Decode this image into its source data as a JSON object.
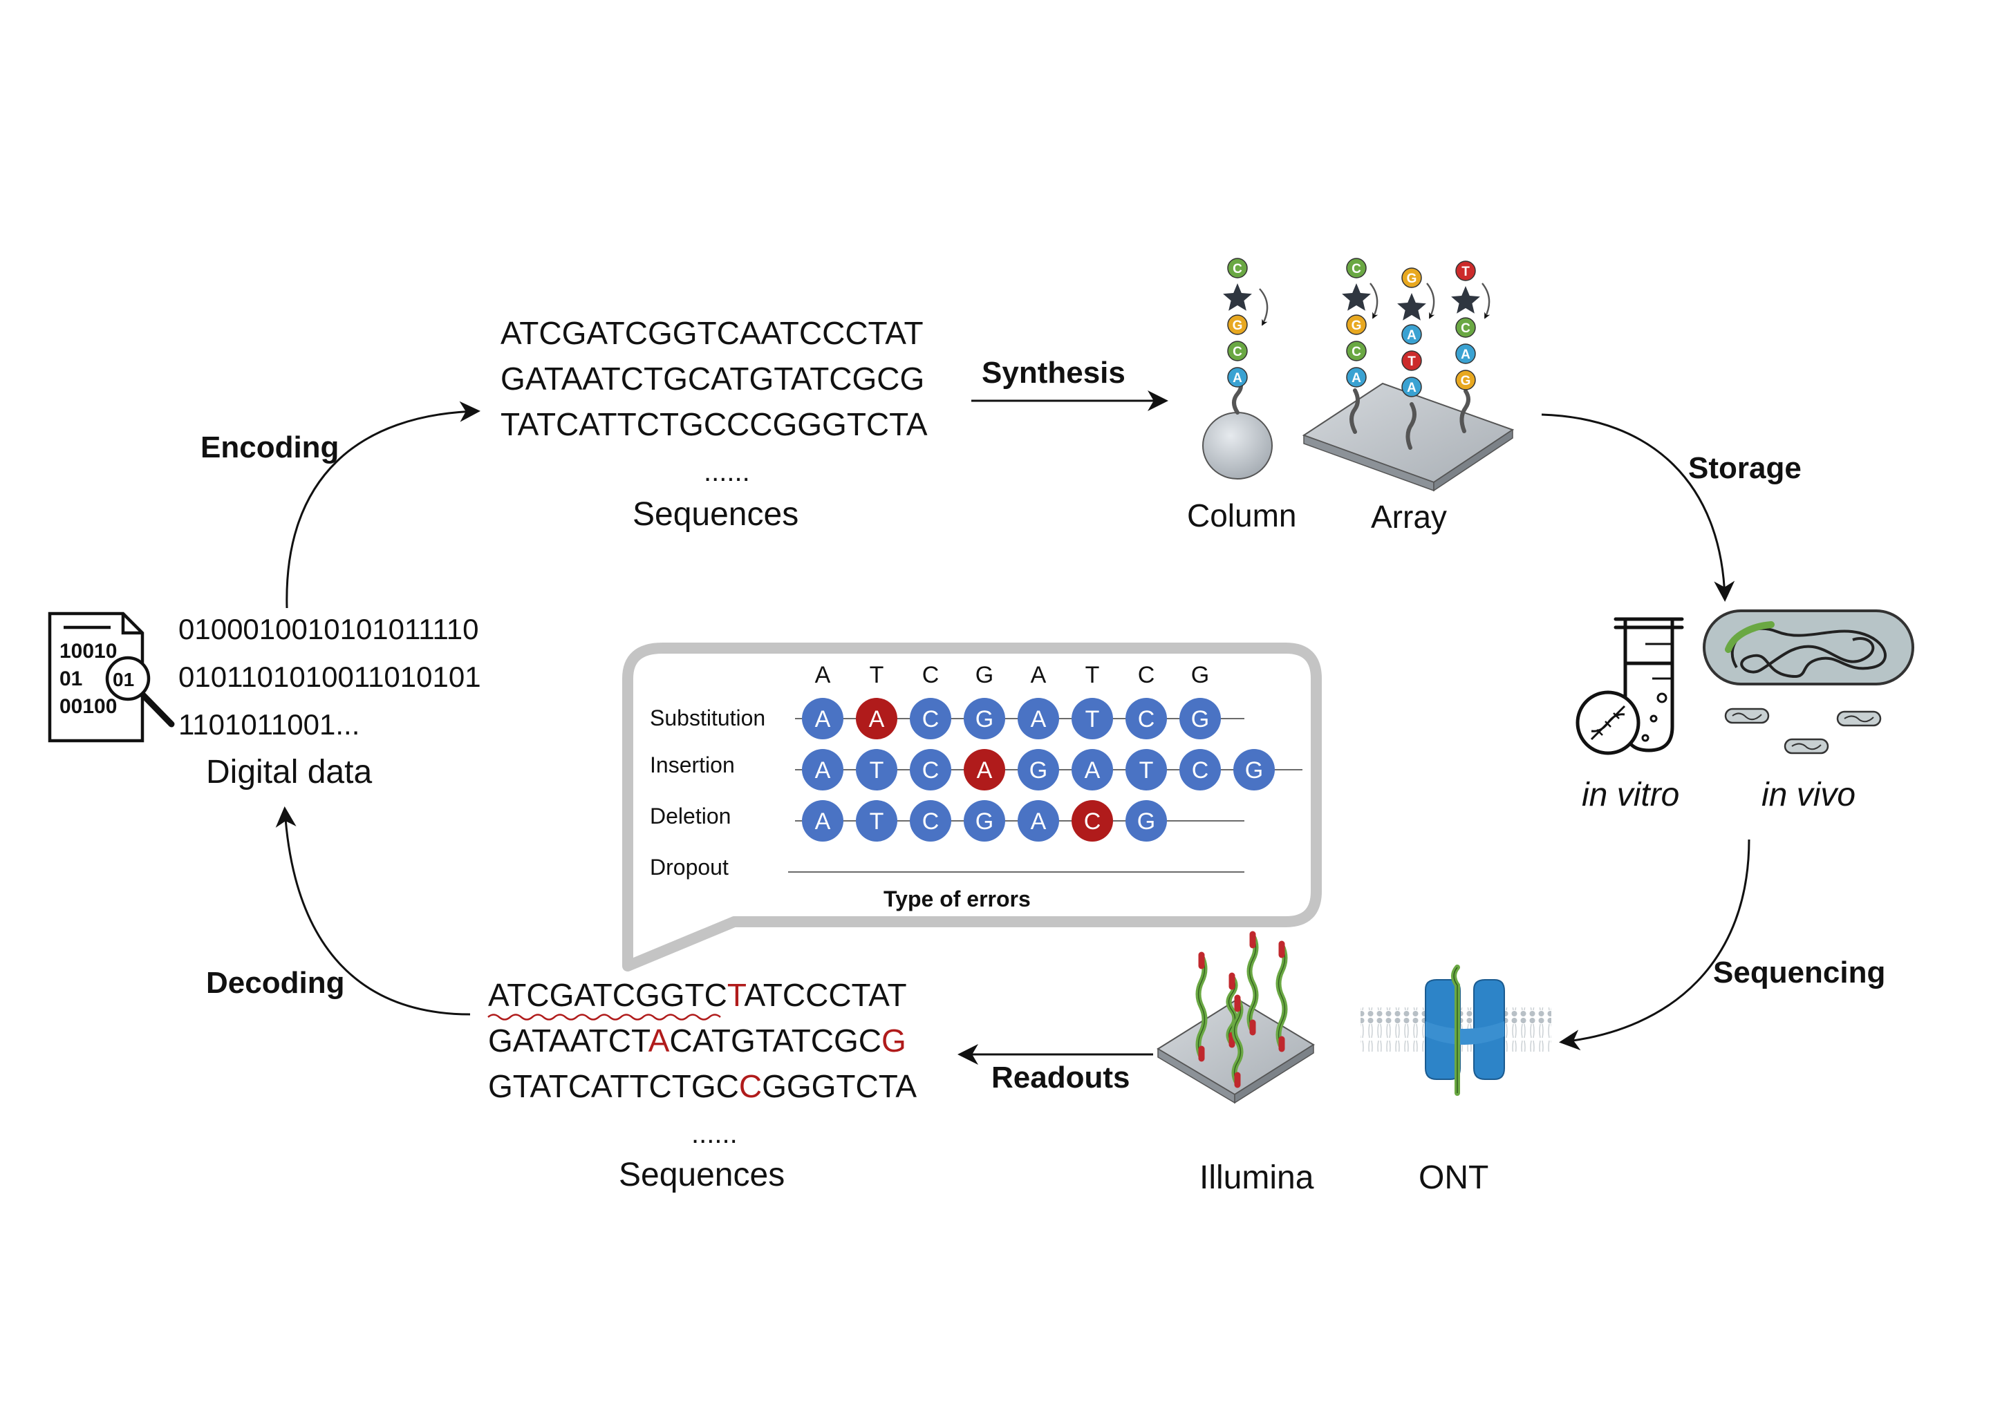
{
  "steps": {
    "encoding": "Encoding",
    "synthesis": "Synthesis",
    "storage": "Storage",
    "sequencing": "Sequencing",
    "readouts": "Readouts",
    "decoding": "Decoding"
  },
  "digital": {
    "bits": [
      "0100010010101011110",
      "0101101010011010101",
      "1101011001..."
    ],
    "caption": "Digital data",
    "icon_bits": [
      "10010",
      "01",
      "00100"
    ]
  },
  "sequences_top": {
    "lines": [
      "ATCGATCGGTCAATCCCTAT",
      "GATAATCTGCATGTATCGCG",
      "TATCATTCTGCCCGGGTCTA"
    ],
    "ellipsis": "......",
    "caption": "Sequences"
  },
  "synthesis_methods": {
    "column": "Column",
    "array": "Array",
    "column_stack": [
      "C",
      "G",
      "C",
      "A"
    ],
    "array_stacks": [
      [
        "C",
        "G",
        "C",
        "A"
      ],
      [
        "G",
        "A",
        "T",
        "A"
      ],
      [
        "T",
        "C",
        "A",
        "G"
      ]
    ]
  },
  "storage_types": {
    "in_vitro": "in vitro",
    "in_vivo": "in vivo"
  },
  "platforms": {
    "illumina": "Illumina",
    "ont": "ONT"
  },
  "errors": {
    "title": "Type of errors",
    "reference": [
      "A",
      "T",
      "C",
      "G",
      "A",
      "T",
      "C",
      "G"
    ],
    "rows": [
      {
        "label": "Substitution",
        "bases": [
          "A",
          "A",
          "C",
          "G",
          "A",
          "T",
          "C",
          "G"
        ],
        "error_index": [
          1
        ]
      },
      {
        "label": "Insertion",
        "bases": [
          "A",
          "T",
          "C",
          "A",
          "G",
          "A",
          "T",
          "C",
          "G"
        ],
        "error_index": [
          3
        ]
      },
      {
        "label": "Deletion",
        "bases": [
          "A",
          "T",
          "C",
          "G",
          "A",
          "C",
          "G"
        ],
        "error_index": [
          5
        ]
      },
      {
        "label": "Dropout",
        "bases": [],
        "error_index": []
      }
    ]
  },
  "sequences_bottom": {
    "lines": [
      {
        "pre": "ATCGATCGGTC",
        "err": "T",
        "post": "ATCCCTAT"
      },
      {
        "pre": "GATAATCT",
        "err": "A",
        "post": "CATGTATCGC",
        "err2": "G"
      },
      {
        "pre": "GTATCATTCTGC",
        "err": "C",
        "post": "GGGTCTA"
      }
    ],
    "ellipsis": "......",
    "caption": "Sequences"
  },
  "colors": {
    "base_blue": "#4a73c4",
    "error_red": "#b01b1b",
    "nuc_green": "#6aa843",
    "nuc_yellow": "#e8a820",
    "nuc_blue": "#3aa2d2",
    "nuc_red": "#cc2b2b",
    "bubble_border": "#c4c4c4",
    "channel_blue": "#2d84c8"
  }
}
